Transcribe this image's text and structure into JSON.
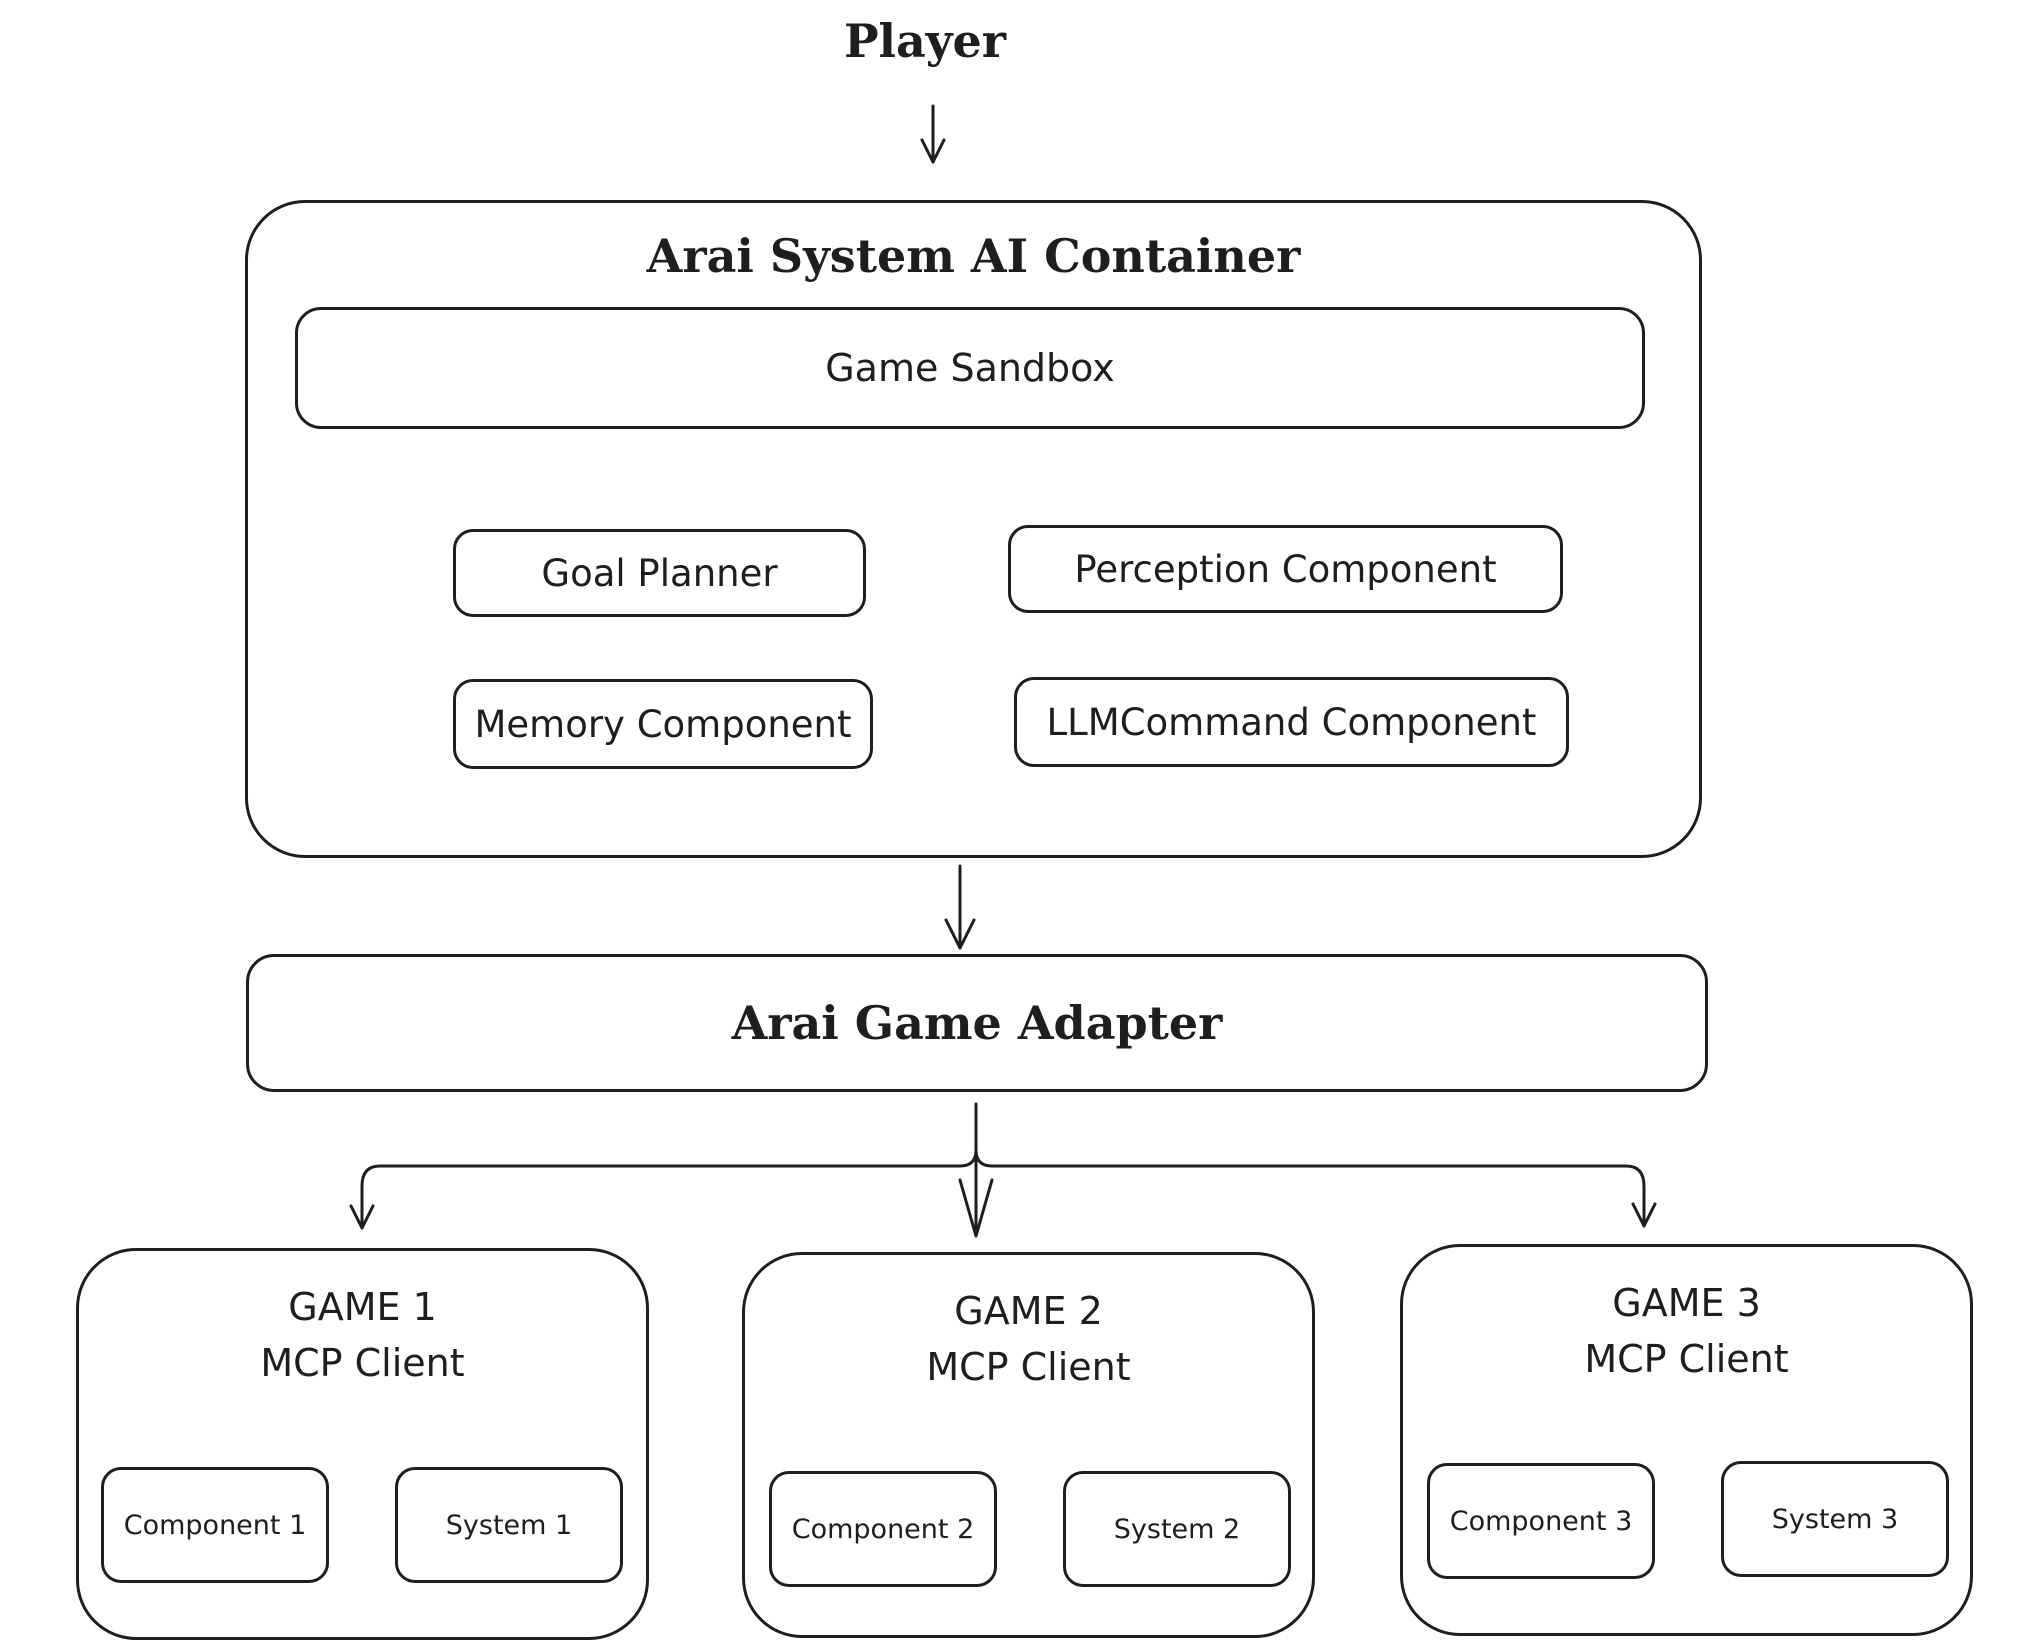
{
  "player": {
    "label": "Player"
  },
  "container": {
    "title": "Arai System AI Container",
    "sandbox": "Game Sandbox",
    "components": {
      "goal_planner": "Goal Planner",
      "perception": "Perception Component",
      "memory": "Memory Component",
      "llm_command": "LLMCommand Component"
    }
  },
  "adapter": {
    "title": "Arai Game Adapter"
  },
  "games": [
    {
      "name": "GAME 1",
      "subtitle": "MCP Client",
      "component": "Component 1",
      "system": "System 1"
    },
    {
      "name": "GAME 2",
      "subtitle": "MCP Client",
      "component": "Component 2",
      "system": "System 2"
    },
    {
      "name": "GAME 3",
      "subtitle": "MCP Client",
      "component": "Component 3",
      "system": "System 3"
    }
  ],
  "colors": {
    "stroke": "#1e1e1e",
    "background": "#ffffff"
  }
}
